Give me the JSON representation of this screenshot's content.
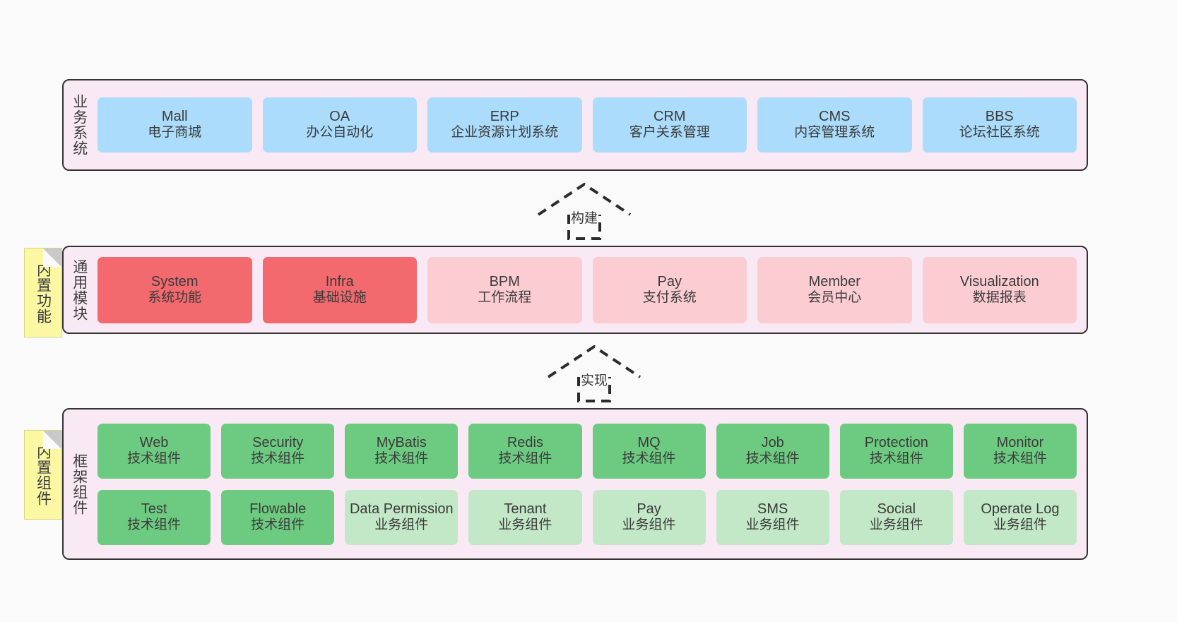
{
  "diagram": {
    "background_color": "#fafafa",
    "layer_bg_color": "#f9e9f4",
    "border_color": "#333333"
  },
  "layers": {
    "business": {
      "title": "业务系统",
      "card_color": "#abdcfb",
      "cards": [
        {
          "title": "Mall",
          "sub": "电子商城"
        },
        {
          "title": "OA",
          "sub": "办公自动化"
        },
        {
          "title": "ERP",
          "sub": "企业资源计划系统"
        },
        {
          "title": "CRM",
          "sub": "客户关系管理"
        },
        {
          "title": "CMS",
          "sub": "内容管理系统"
        },
        {
          "title": "BBS",
          "sub": "论坛社区系统"
        }
      ]
    },
    "common": {
      "title": "通用模块",
      "note": "内置功能",
      "card_color_strong": "#f2696e",
      "card_color_light": "#fbcdd3",
      "cards": [
        {
          "title": "System",
          "sub": "系统功能",
          "style": "red"
        },
        {
          "title": "Infra",
          "sub": "基础设施",
          "style": "red"
        },
        {
          "title": "BPM",
          "sub": "工作流程",
          "style": "pink"
        },
        {
          "title": "Pay",
          "sub": "支付系统",
          "style": "pink"
        },
        {
          "title": "Member",
          "sub": "会员中心",
          "style": "pink"
        },
        {
          "title": "Visualization",
          "sub": "数据报表",
          "style": "pink"
        }
      ]
    },
    "framework": {
      "title": "框架组件",
      "note": "内置组件",
      "card_color_strong": "#6dcb81",
      "card_color_light": "#c2e8c7",
      "row1": [
        {
          "title": "Web",
          "sub": "技术组件",
          "style": "green"
        },
        {
          "title": "Security",
          "sub": "技术组件",
          "style": "green"
        },
        {
          "title": "MyBatis",
          "sub": "技术组件",
          "style": "green"
        },
        {
          "title": "Redis",
          "sub": "技术组件",
          "style": "green"
        },
        {
          "title": "MQ",
          "sub": "技术组件",
          "style": "green"
        },
        {
          "title": "Job",
          "sub": "技术组件",
          "style": "green"
        },
        {
          "title": "Protection",
          "sub": "技术组件",
          "style": "green"
        },
        {
          "title": "Monitor",
          "sub": "技术组件",
          "style": "green"
        }
      ],
      "row2": [
        {
          "title": "Test",
          "sub": "技术组件",
          "style": "green"
        },
        {
          "title": "Flowable",
          "sub": "技术组件",
          "style": "green"
        },
        {
          "title": "Data Permission",
          "sub": "业务组件",
          "style": "lgreen"
        },
        {
          "title": "Tenant",
          "sub": "业务组件",
          "style": "lgreen"
        },
        {
          "title": "Pay",
          "sub": "业务组件",
          "style": "lgreen"
        },
        {
          "title": "SMS",
          "sub": "业务组件",
          "style": "lgreen"
        },
        {
          "title": "Social",
          "sub": "业务组件",
          "style": "lgreen"
        },
        {
          "title": "Operate Log",
          "sub": "业务组件",
          "style": "lgreen"
        }
      ]
    }
  },
  "connectors": [
    {
      "name": "build",
      "label": "构建",
      "style": "dashed-generalization-up"
    },
    {
      "name": "implement",
      "label": "实现",
      "style": "dashed-generalization-up"
    }
  ]
}
